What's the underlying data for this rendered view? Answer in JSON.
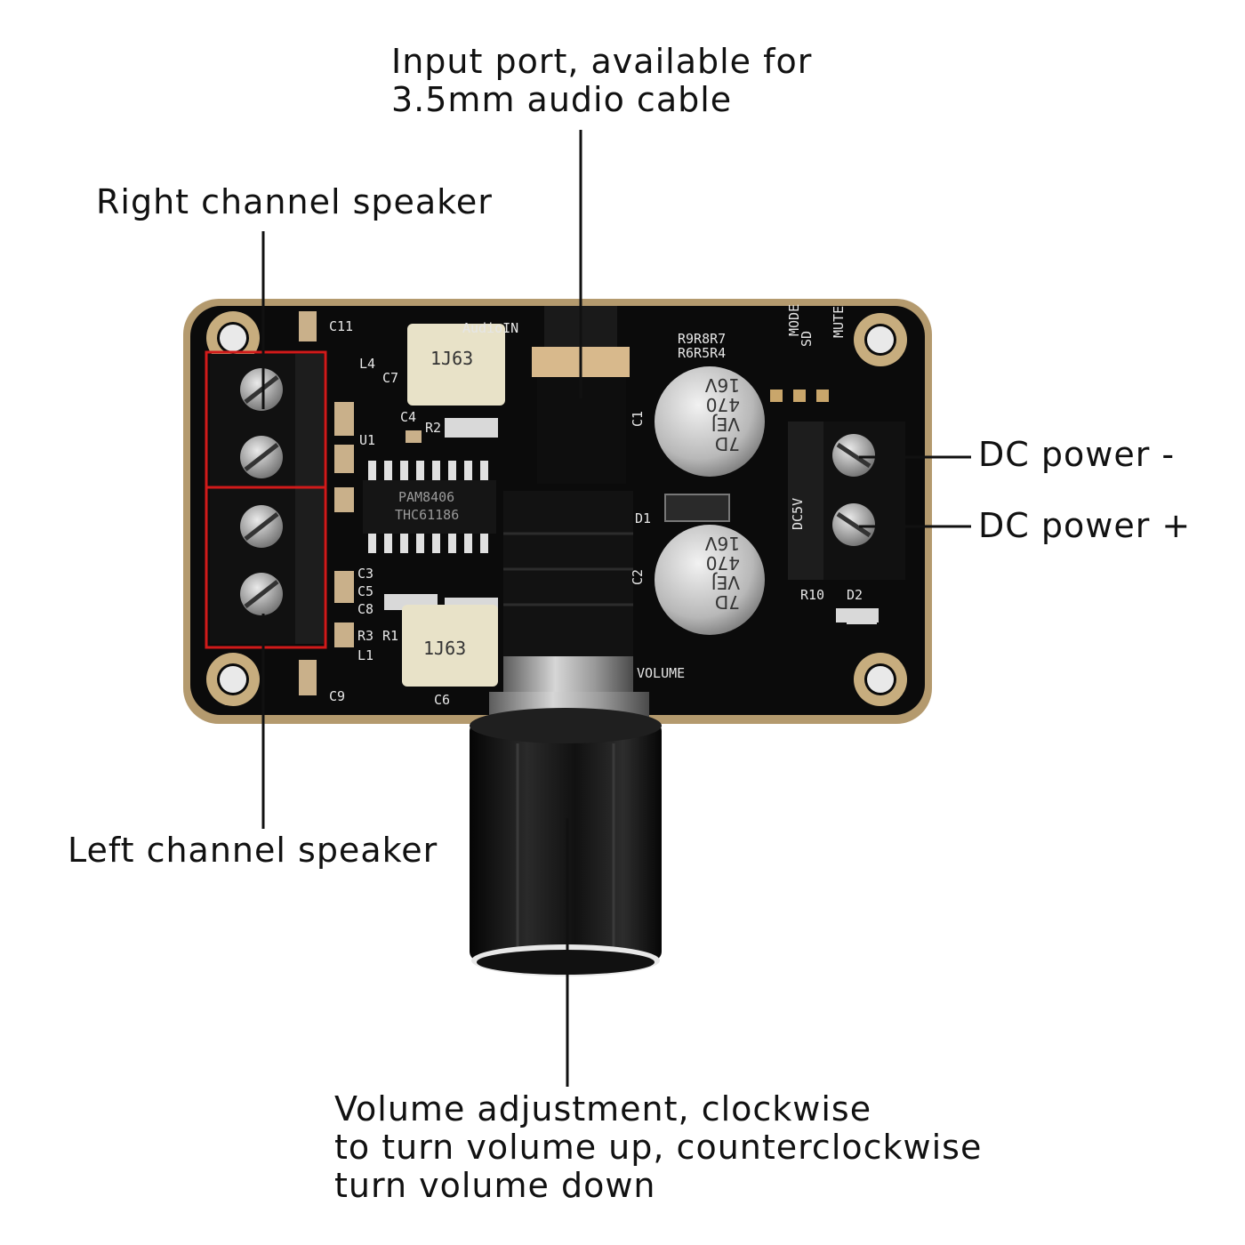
{
  "callouts": {
    "input_port": "Input port, available for\n3.5mm audio cable",
    "right_channel": "Right channel speaker",
    "left_channel": "Left channel speaker",
    "dc_minus": "DC power -",
    "dc_plus": "DC power +",
    "volume": "Volume adjustment, clockwise\nto turn volume up, counterclockwise\nturn volume down"
  },
  "board": {
    "chip_line1": "PAM8406",
    "chip_line2": "THC61186",
    "cap_marking": "1J63",
    "electrolytic_lines": [
      "7D",
      "VEJ",
      "470",
      "16V"
    ],
    "silkscreen": [
      "C11",
      "L4",
      "C7",
      "C4",
      "R2",
      "U1",
      "C1",
      "D1",
      "C2",
      "C3",
      "C5",
      "C8",
      "R3",
      "R1",
      "L1",
      "C9",
      "C6",
      "R10",
      "D2",
      "DC5V",
      "VOLUME",
      "MODE",
      "SD",
      "MUTE",
      "R9R8R7",
      "R6R5R4",
      "AudioIN"
    ]
  },
  "colors": {
    "pcb": "#0b0b0b",
    "pcb_edge": "#b49a6e",
    "highlight_box": "#d11a1a",
    "leader_line": "#111111"
  }
}
